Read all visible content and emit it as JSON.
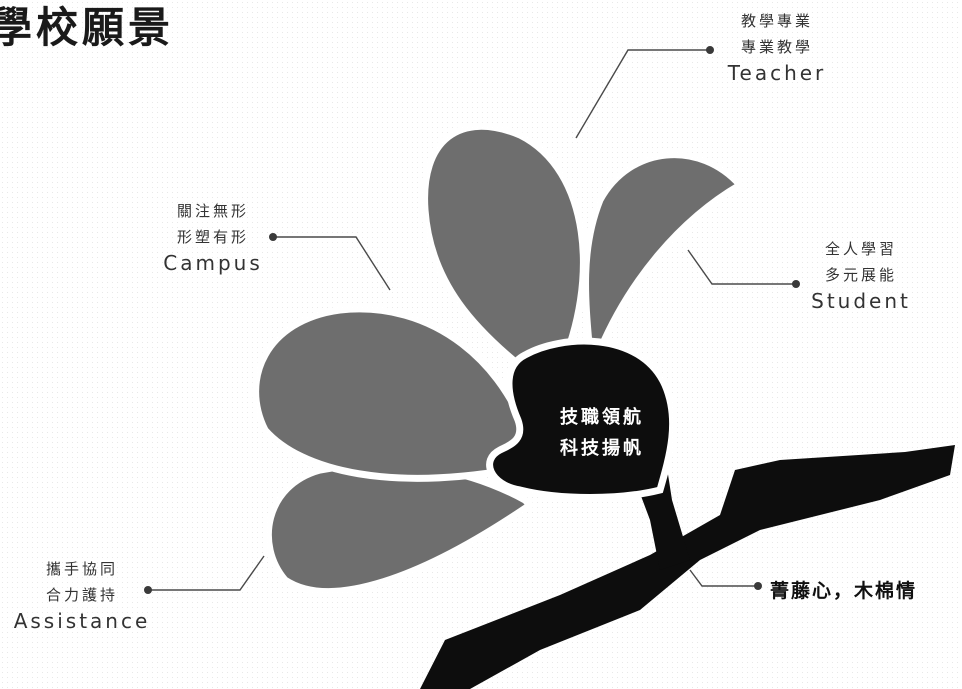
{
  "title": "學校願景",
  "center": {
    "line1": "技職領航",
    "line2": "科技揚帆"
  },
  "labels": {
    "teacher": {
      "line1": "教學專業",
      "line2": "專業教學",
      "en": "Teacher"
    },
    "campus": {
      "line1": "關注無形",
      "line2": "形塑有形",
      "en": "Campus"
    },
    "student": {
      "line1": "全人學習",
      "line2": "多元展能",
      "en": "Student"
    },
    "assistance": {
      "line1": "攜手協同",
      "line2": "合力護持",
      "en": "Assistance"
    }
  },
  "slogan": "菁藤心，木棉情",
  "colors": {
    "petal": "#6e6e6e",
    "core": "#0d0d0d",
    "outline": "#ffffff",
    "leader": "#4a4a4a"
  }
}
